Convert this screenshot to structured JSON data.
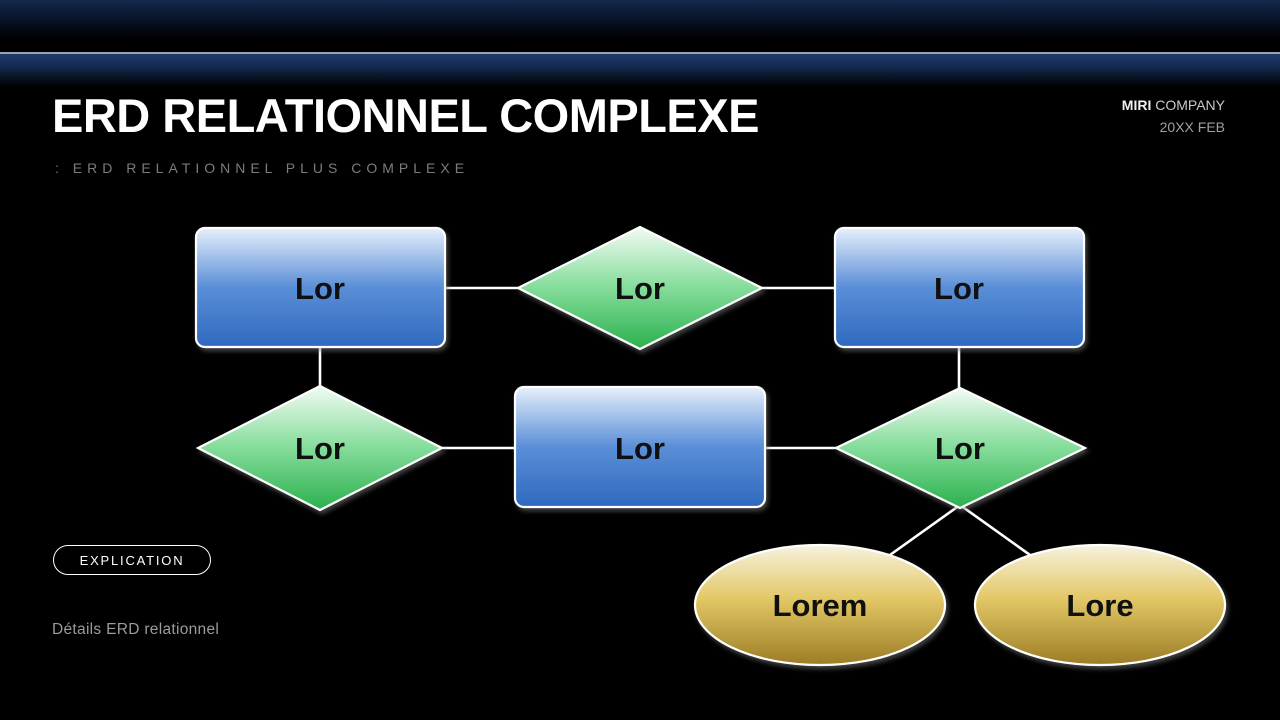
{
  "slide": {
    "title": "ERD RELATIONNEL COMPLEXE",
    "subtitle": ": ERD RELATIONNEL PLUS COMPLEXE",
    "company_bold": "MIRI",
    "company_rest": "COMPANY",
    "date": "20XX FEB",
    "explication_label": "EXPLICATION",
    "footnote": "Détails ERD relationnel"
  },
  "diagram": {
    "nodes": [
      {
        "id": "entity1",
        "type": "entity",
        "shape": "rectangle",
        "label": "Lor"
      },
      {
        "id": "relation1",
        "type": "relationship",
        "shape": "diamond",
        "label": "Lor"
      },
      {
        "id": "entity2",
        "type": "entity",
        "shape": "rectangle",
        "label": "Lor"
      },
      {
        "id": "relation2",
        "type": "relationship",
        "shape": "diamond",
        "label": "Lor"
      },
      {
        "id": "entity3",
        "type": "entity",
        "shape": "rectangle",
        "label": "Lor"
      },
      {
        "id": "relation3",
        "type": "relationship",
        "shape": "diamond",
        "label": "Lor"
      },
      {
        "id": "attribute1",
        "type": "attribute",
        "shape": "ellipse",
        "label": "Lorem"
      },
      {
        "id": "attribute2",
        "type": "attribute",
        "shape": "ellipse",
        "label": "Lore"
      }
    ],
    "edges": [
      [
        "entity1",
        "relation1"
      ],
      [
        "relation1",
        "entity2"
      ],
      [
        "entity1",
        "relation2"
      ],
      [
        "relation2",
        "entity3"
      ],
      [
        "entity2",
        "relation3"
      ],
      [
        "entity3",
        "relation3"
      ],
      [
        "relation3",
        "attribute1"
      ],
      [
        "relation3",
        "attribute2"
      ]
    ]
  },
  "colors": {
    "background": "#000000",
    "bar_navy": "#1c3a6c",
    "divider_silver": "#99a3af",
    "entity_top": "#e6effb",
    "entity_mid": "#5a8ed7",
    "entity_bottom": "#2e68be",
    "relation_top": "#f2fbf3",
    "relation_mid": "#84dc9a",
    "relation_bottom": "#2bb04d",
    "attribute_top": "#f7f2df",
    "attribute_mid": "#e2c765",
    "attribute_bottom": "#9c7c25",
    "connector": "#ffffff",
    "title_text": "#ffffff",
    "subtitle_text": "#7c7c7c"
  }
}
